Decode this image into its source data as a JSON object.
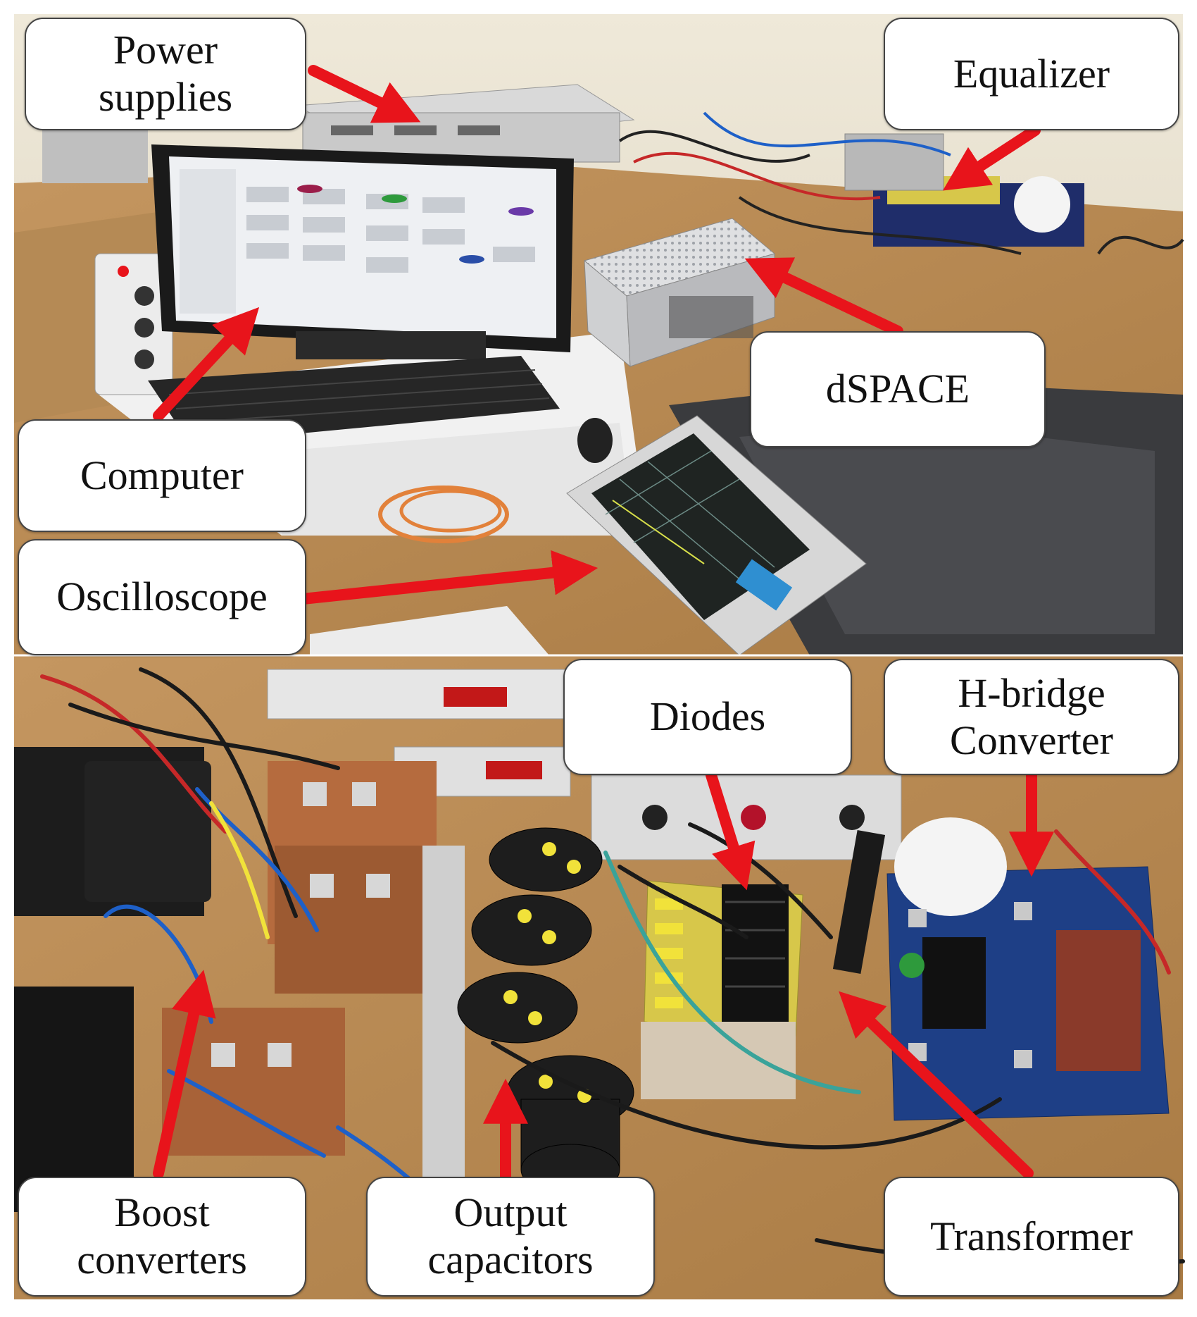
{
  "labels": {
    "power_supplies": [
      "Power",
      "supplies"
    ],
    "equalizer": "Equalizer",
    "dspace": "dSPACE",
    "computer": "Computer",
    "oscilloscope": "Oscilloscope",
    "diodes": "Diodes",
    "h_bridge": [
      "H-bridge",
      "Converter"
    ],
    "boost": [
      "Boost",
      "converters"
    ],
    "output_caps": [
      "Output",
      "capacitors"
    ],
    "transformer": "Transformer"
  },
  "colors": {
    "arrow": "#e8141b",
    "bench_wood": "#b98a52",
    "pcb_blue": "#1e3f86",
    "pcb_yellow": "#d7c74a",
    "wall": "#e9e3d4"
  }
}
